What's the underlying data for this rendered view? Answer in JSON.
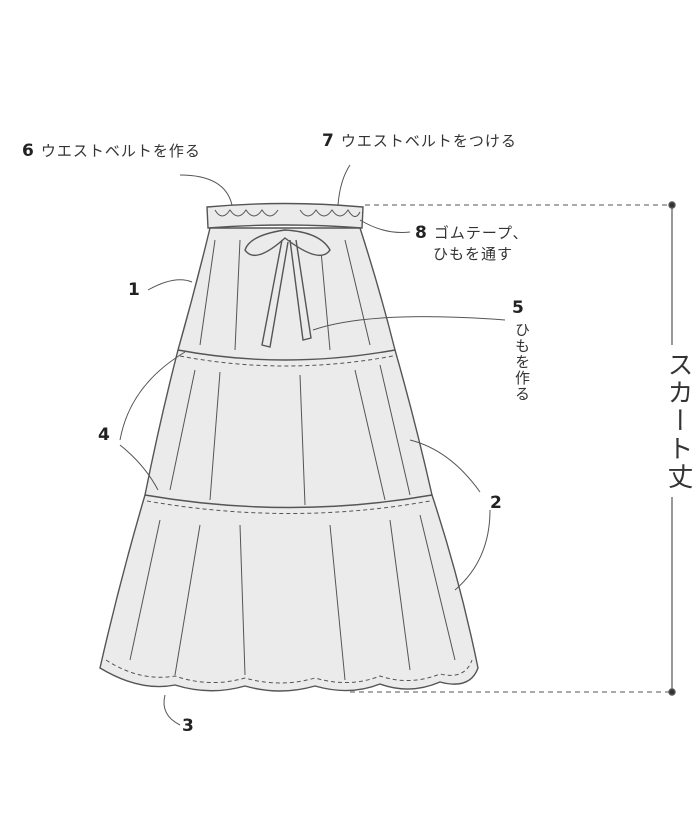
{
  "labels": {
    "l6": {
      "num": "6",
      "text": "ウエストベルトを作る"
    },
    "l7": {
      "num": "7",
      "text": "ウエストベルトをつける"
    },
    "l8": {
      "num": "8",
      "text": "ゴムテープ、",
      "text2": "ひもを通す"
    },
    "l5": {
      "num": "5",
      "text": "ひもを作る"
    },
    "l1": {
      "num": "1"
    },
    "l4": {
      "num": "4"
    },
    "l2": {
      "num": "2"
    },
    "l3": {
      "num": "3"
    }
  },
  "dimension": {
    "label": "スカート丈"
  },
  "colors": {
    "fill": "#ebebeb",
    "stroke": "#555555"
  }
}
